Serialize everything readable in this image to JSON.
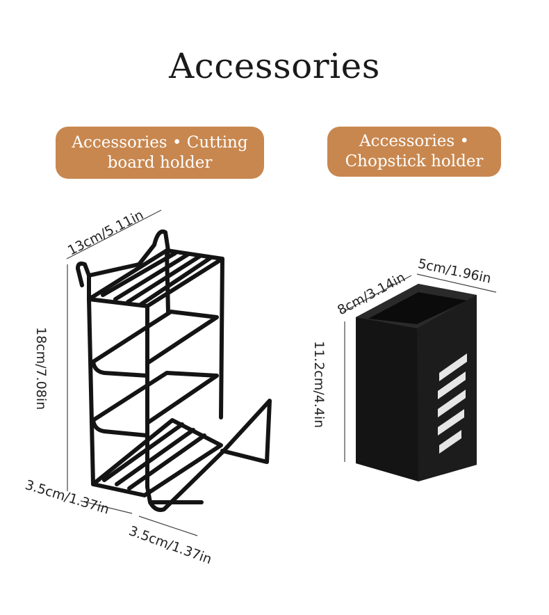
{
  "title": "Accessories",
  "labels": {
    "left": "Accessories • Cutting board holder",
    "right": "Accessories • Chopstick holder"
  },
  "dimensions": {
    "rack_width": "13cm/5.11in",
    "rack_height": "18cm/7.08in",
    "rack_depth_left": "3.5cm/1.37in",
    "rack_depth_right": "3.5cm/1.37in",
    "holder_depth": "8cm/3.14in",
    "holder_width": "5cm/1.96in",
    "holder_height": "11.2cm/4.4in"
  },
  "colors": {
    "accent": "#c8874f",
    "product": "#141414"
  }
}
